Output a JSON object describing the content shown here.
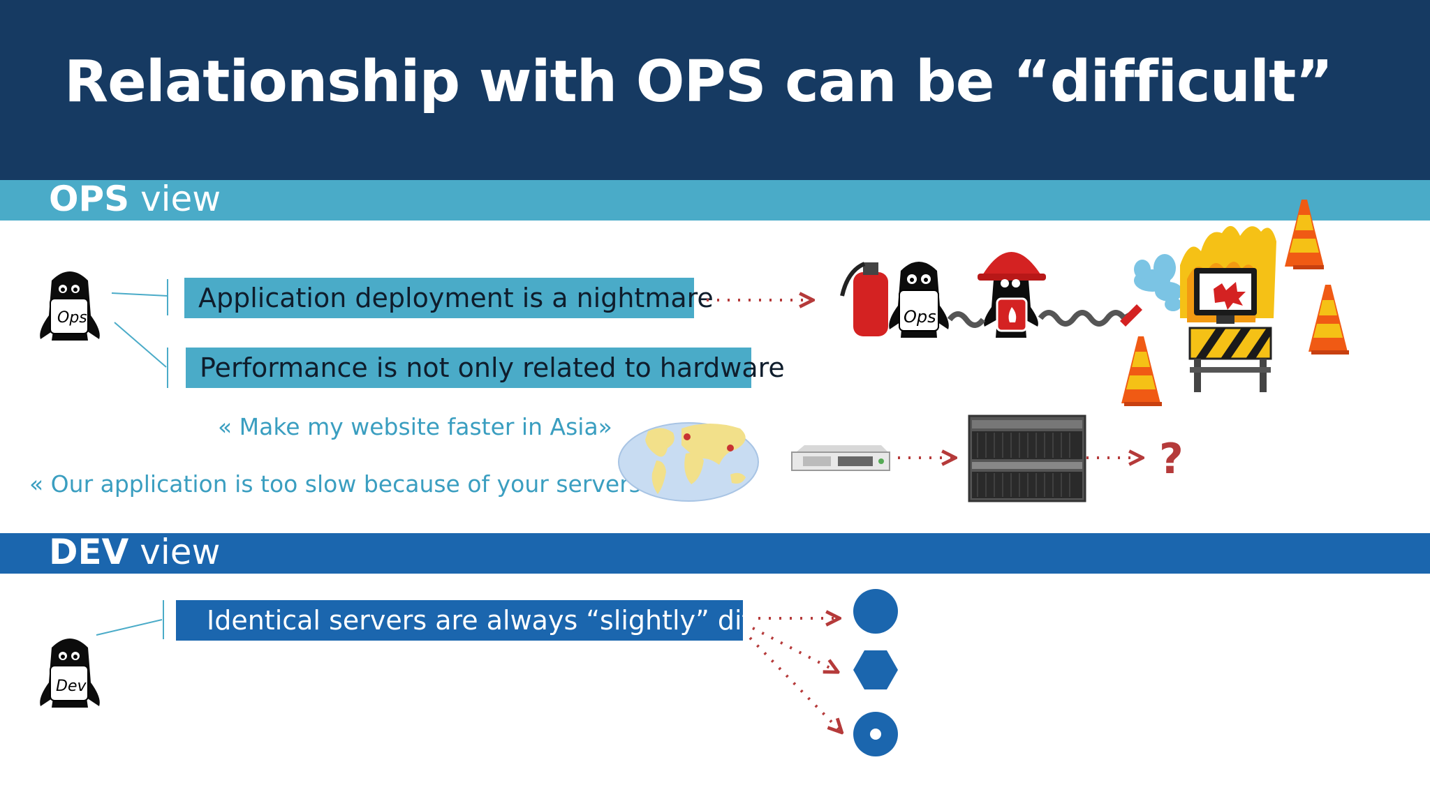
{
  "title": "Relationship with OPS can be “difficult”",
  "ops_view": {
    "heading_bold": "OPS",
    "heading_rest": " view",
    "statements": [
      "Application deployment is a nightmare",
      "Performance is not only related to hardware"
    ],
    "quotes": [
      "« Make my website faster in Asia»",
      "« Our application is too slow because of your servers»"
    ],
    "question_mark": "?"
  },
  "dev_view": {
    "heading_bold": "DEV",
    "heading_rest": " view",
    "statements": [
      "Identical servers are always “slightly” different"
    ]
  },
  "characters": {
    "ops_label": "Ops",
    "dev_label": "Dev"
  },
  "colors": {
    "title_bar": "#163a62",
    "ops_band": "#4aabc8",
    "dev_band": "#1b66ae",
    "arrow": "#b53a3a",
    "quote_text": "#3a9ec0"
  }
}
